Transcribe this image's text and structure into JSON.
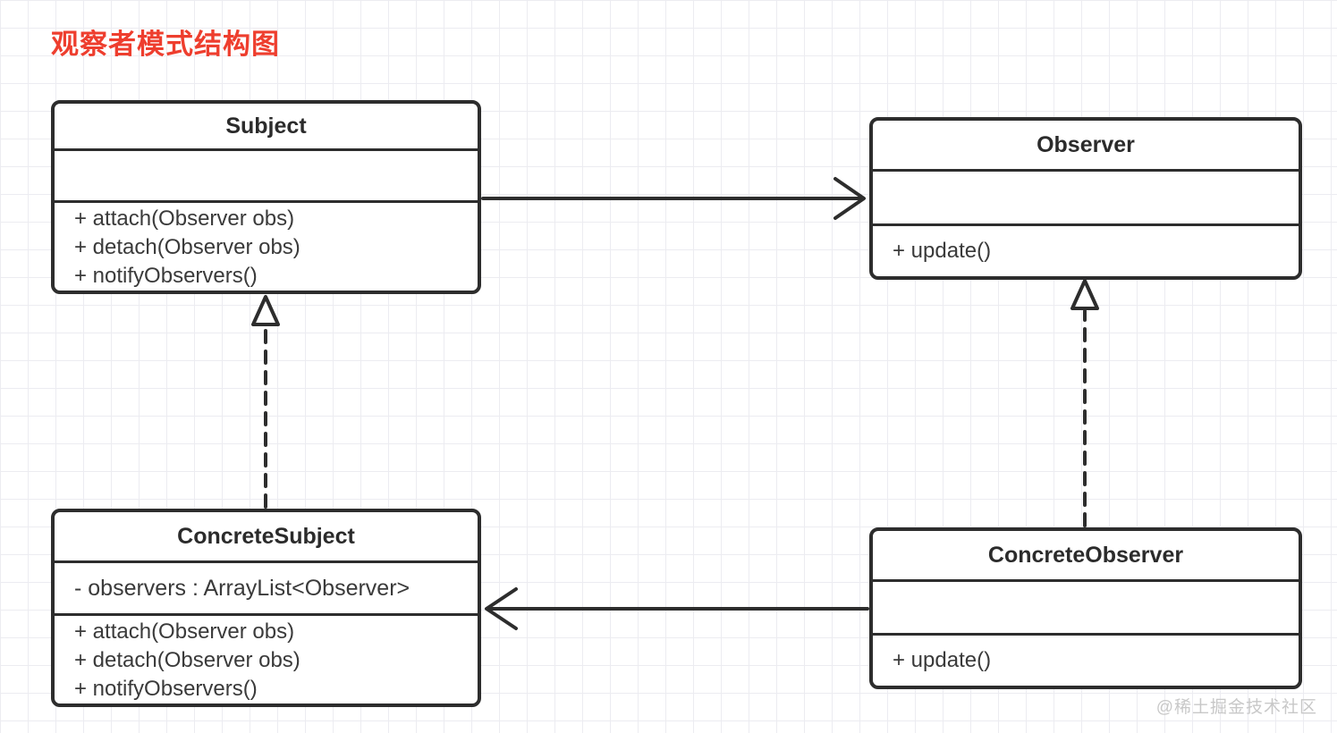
{
  "title": "观察者模式结构图",
  "watermark": "@稀土掘金技术社区",
  "colors": {
    "title": "#ee3e2e",
    "stroke": "#2d2d2d",
    "member_text": "#3a3a3a",
    "grid_line": "#ececf1",
    "watermark": "#c8c8c8",
    "background": "#ffffff"
  },
  "classes": {
    "subject": {
      "name": "Subject",
      "attributes": [],
      "methods": [
        "+ attach(Observer obs)",
        "+ detach(Observer obs)",
        "+ notifyObservers()"
      ]
    },
    "observer": {
      "name": "Observer",
      "attributes": [],
      "methods": [
        "+ update()"
      ]
    },
    "concrete_subject": {
      "name": "ConcreteSubject",
      "attributes": [
        "- observers : ArrayList<Observer>"
      ],
      "methods": [
        "+ attach(Observer obs)",
        "+ detach(Observer obs)",
        "+ notifyObservers()"
      ]
    },
    "concrete_observer": {
      "name": "ConcreteObserver",
      "attributes": [],
      "methods": [
        "+ update()"
      ]
    }
  },
  "relationships": [
    {
      "from": "Subject",
      "to": "Observer",
      "line": "solid",
      "arrowhead": "open",
      "direction": "right"
    },
    {
      "from": "ConcreteSubject",
      "to": "Subject",
      "line": "dashed",
      "arrowhead": "hollow-triangle",
      "direction": "up"
    },
    {
      "from": "ConcreteObserver",
      "to": "Observer",
      "line": "dashed",
      "arrowhead": "hollow-triangle",
      "direction": "up"
    },
    {
      "from": "ConcreteObserver",
      "to": "ConcreteSubject",
      "line": "solid",
      "arrowhead": "open",
      "direction": "left"
    }
  ]
}
